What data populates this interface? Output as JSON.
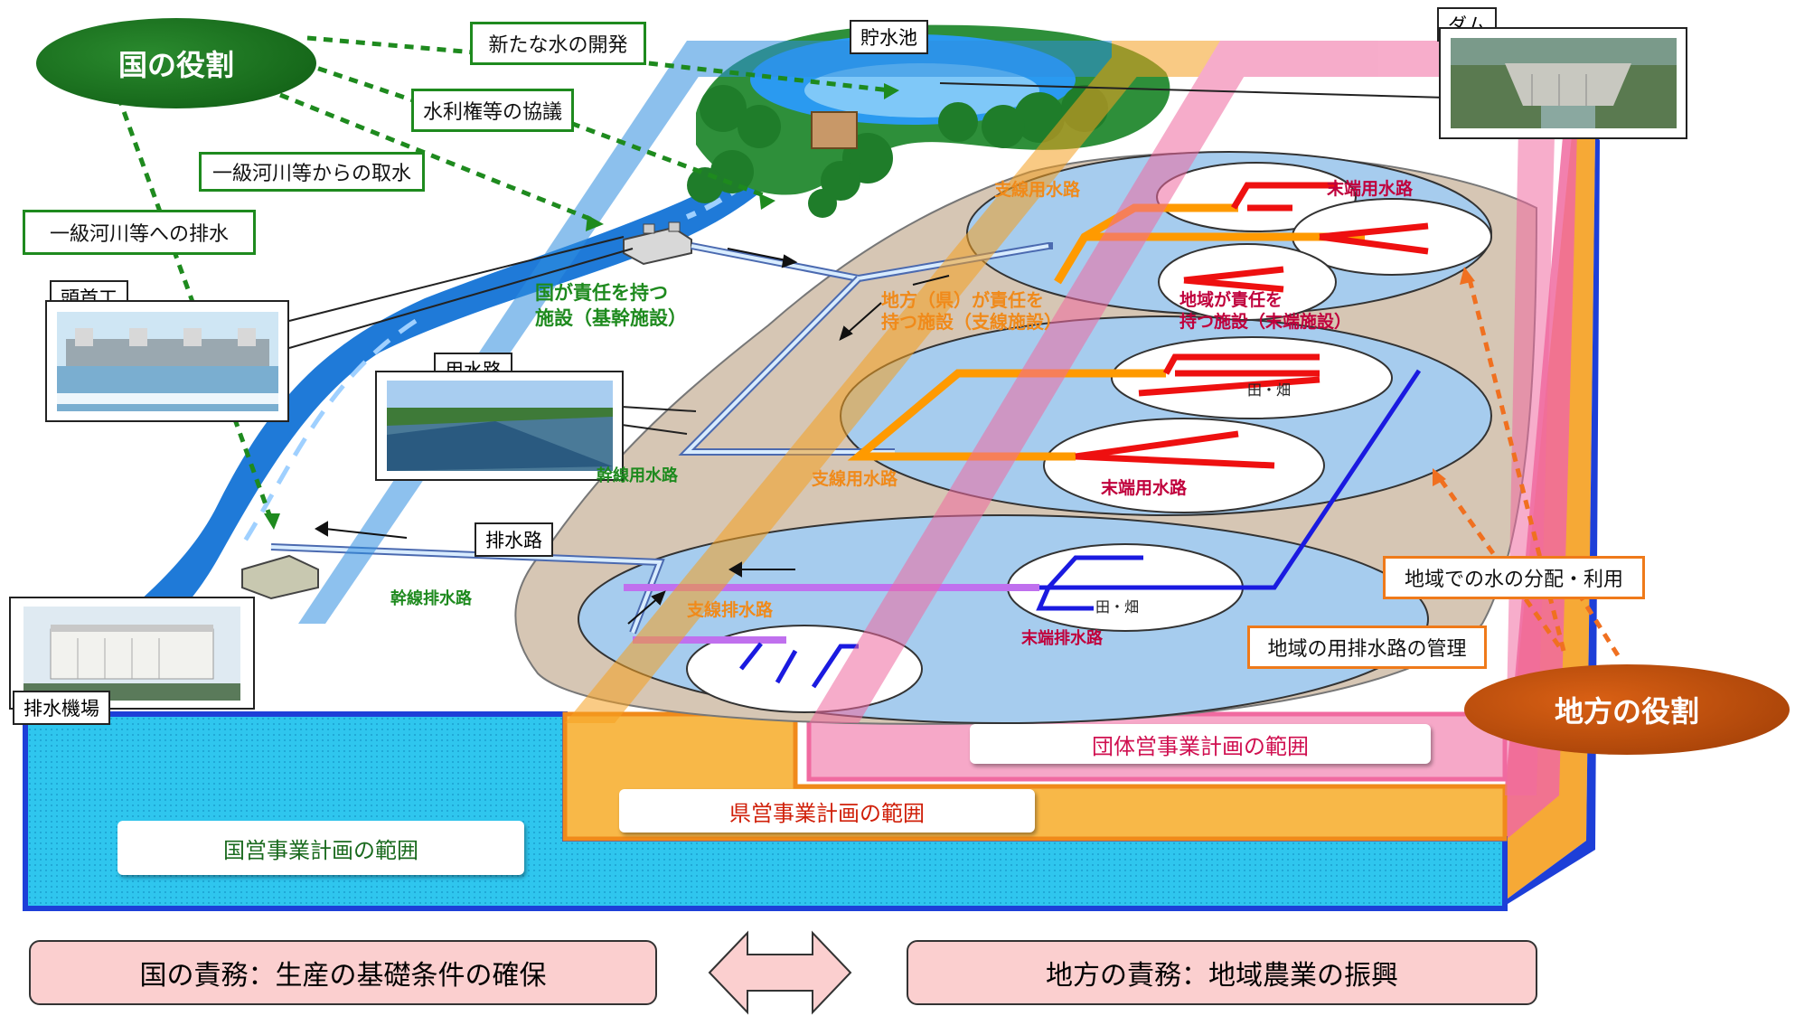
{
  "roles": {
    "national": "国の役割",
    "local": "地方の役割"
  },
  "national_functions": {
    "new_water": "新たな水の開発",
    "water_rights": "水利権等の協議",
    "intake": "一級河川等からの取水",
    "discharge": "一級河川等への排水"
  },
  "local_functions": {
    "distribution": "地域での水の分配・利用",
    "management": "地域の用排水路の管理"
  },
  "facility_tags": {
    "reservoir": "貯水池",
    "dam": "ダム",
    "headworks": "頭首工",
    "canal": "用水路",
    "drain": "排水路",
    "pump_station": "排水機場"
  },
  "labels": {
    "national_facility_line1": "国が責任を持つ",
    "national_facility_line2": "施設（基幹施設）",
    "prefecture_facility_line1": "地方（県）が責任を",
    "prefecture_facility_line2": "持つ施設（支線施設）",
    "community_facility_line1": "地域が責任を",
    "community_facility_line2": "持つ施設（末端施設）",
    "branch_canal_top": "支線用水路",
    "terminal_canal_top": "末端用水路",
    "branch_canal_mid": "支線用水路",
    "terminal_canal_mid": "末端用水路",
    "trunk_canal": "幹線用水路",
    "trunk_drain": "幹線排水路",
    "branch_drain": "支線排水路",
    "terminal_drain": "末端排水路",
    "field_1": "田・畑",
    "field_2": "田・畑"
  },
  "scopes": {
    "national": "国営事業計画の範囲",
    "prefecture": "県営事業計画の範囲",
    "community": "団体営事業計画の範囲"
  },
  "duties": {
    "national": "国の責務：生産の基礎条件の確保",
    "local": "地方の責務：地域農業の振興"
  },
  "colors": {
    "national_green": "#0e5a12",
    "local_brown": "#b04408",
    "national_band": "#2f8ee0",
    "prefecture_band": "#f5a020",
    "community_band": "#f06aa0",
    "duty_fill": "#fbcfcf"
  }
}
